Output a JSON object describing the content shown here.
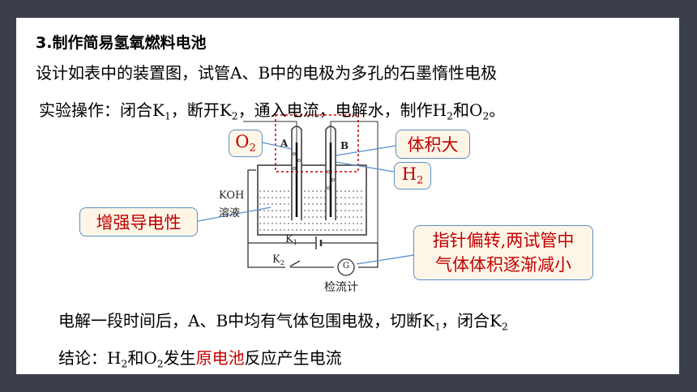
{
  "heading": "3.制作简易氢氧燃料电池",
  "line1": "设计如表中的装置图，试管A、B中的电极为多孔的石墨惰性电极",
  "line2": {
    "a": "实验操作：闭合K",
    "s1": "1",
    "b": "，断开K",
    "s2": "2",
    "c": "，通入电流，电解水，制作H",
    "s3": "2",
    "d": "和O",
    "s4": "2",
    "e": "。"
  },
  "line3": {
    "a": "电解一段时间后，A、B中均有气体包围电极，切断K",
    "s1": "1",
    "b": "，闭合K",
    "s2": "2"
  },
  "line4": {
    "a": "结论：H",
    "s1": "2",
    "b": "和O",
    "s2": "2",
    "c": "发生",
    "red": "原电池",
    "d": "反应产生电流"
  },
  "callouts": {
    "o2": {
      "main": "O",
      "sub": "2"
    },
    "volume": "体积大",
    "h2": {
      "main": "H",
      "sub": "2"
    },
    "conduct": "增强导电性",
    "needle": [
      "指针偏转,两试管中",
      "气体体积逐渐减小"
    ]
  },
  "diagram": {
    "tube_a": "A",
    "tube_b": "B",
    "koh": "KOH",
    "solution": "溶液",
    "k1": {
      "main": "K",
      "sub": "1"
    },
    "k2": {
      "main": "K",
      "sub": "2"
    },
    "galvanometer": "检流计",
    "galvanometer_symbol": "G"
  },
  "colors": {
    "background": "#3a3f4b",
    "accent_red": "#c00000",
    "callout_border": "#5b8fc7",
    "callout_fill": "#fdf6e7"
  }
}
